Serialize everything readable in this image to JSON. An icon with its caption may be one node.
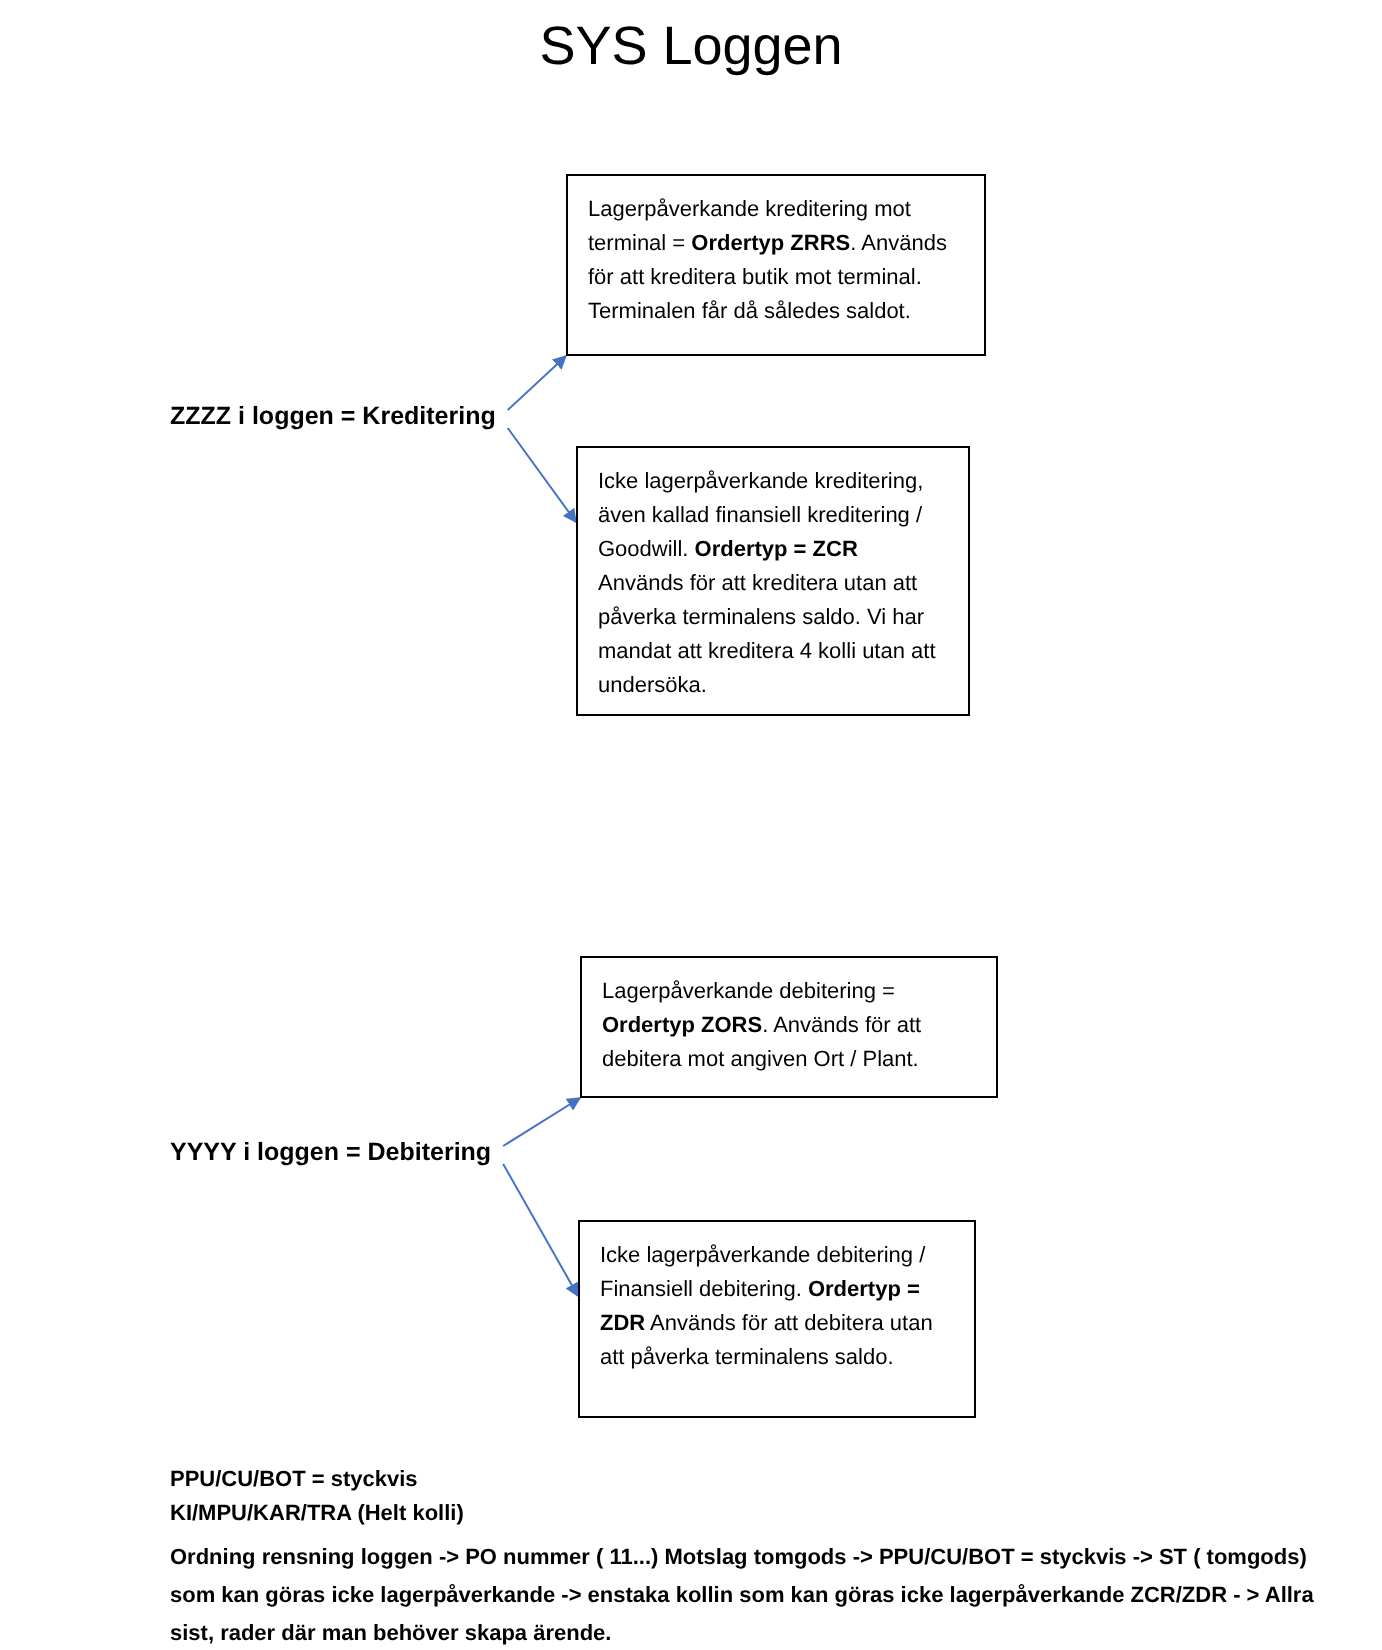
{
  "diagram": {
    "title": "SYS Loggen",
    "nodes": [
      {
        "text": [
          "ZZZZ i loggen = Kreditering"
        ]
      },
      {
        "text": [
          "Lagerpåverkande kreditering mot terminal = **Ordertyp ZRRS**. Används för att kreditera butik mot terminal. Terminalen får då således saldot."
        ]
      },
      {
        "text": [
          "Icke lagerpåverkande kreditering, även kallad finansiell kreditering / Goodwill. **Ordertyp = ZCR** Används för att kreditera utan att påverka terminalens saldo. Vi har mandat att kreditera 4 kolli utan att undersöka."
        ]
      },
      {
        "text": [
          "YYYY i loggen = Debitering"
        ]
      },
      {
        "text": [
          "Lagerpåverkande debitering = **Ordertyp ZORS**. Används för att debitera mot angiven Ort / Plant."
        ]
      },
      {
        "text": [
          "Icke lagerpåverkande debitering / Finansiell debitering. **Ordertyp = ZDR** Används för att debitera utan att påverka terminalens saldo."
        ]
      }
    ],
    "edges": [
      {
        "from": 0,
        "to": 1,
        "arrow": "to"
      },
      {
        "from": 0,
        "to": 2,
        "arrow": "to"
      },
      {
        "from": 3,
        "to": 4,
        "arrow": "to"
      },
      {
        "from": 3,
        "to": 5,
        "arrow": "to"
      }
    ],
    "labels": [
      "PPU/CU/BOT = styckvis",
      "KI/MPU/KAR/TRA (Helt kolli)",
      "Ordning rensning loggen -> PO nummer ( 11...) Motslag tomgods ->  PPU/CU/BOT = styckvis -> ST ( tomgods) som kan göras icke lagerpåverkande -> enstaka kollin som kan göras icke lagerpåverkande ZCR/ZDR - > Allra sist, rader där man behöver skapa ärende."
    ]
  }
}
